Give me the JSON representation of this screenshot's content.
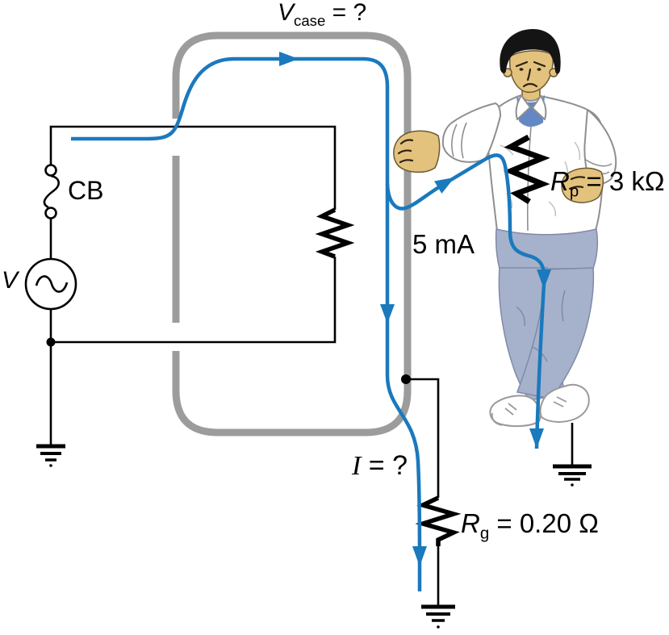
{
  "figure": {
    "description": "Circuit diagram of an appliance with a shorted hot wire: current leaks through the case to a person and through the ground wire",
    "labels": {
      "v_case": {
        "symbol": "V",
        "subscript": "case",
        "suffix": " = ?"
      },
      "circuit_breaker": {
        "text": "CB"
      },
      "source_voltage": {
        "symbol": "V"
      },
      "body_current": {
        "text": "5 mA"
      },
      "r_person": {
        "symbol": "R",
        "subscript": "p",
        "suffix": " = 3 kΩ"
      },
      "ground_current": {
        "symbol": "I",
        "suffix": " = ?"
      },
      "r_ground": {
        "symbol": "R",
        "subscript": "g",
        "suffix": " = 0.20 Ω"
      }
    },
    "colors": {
      "current_path": "#1b79bd",
      "case_outline": "#9c9c9c",
      "wire": "#000000",
      "skin": "#e3c27d",
      "hair": "#141414",
      "tshirt": "#6488c4",
      "jeans": "#a6b2cb",
      "shirt_outline": "#8f8f8f"
    }
  }
}
